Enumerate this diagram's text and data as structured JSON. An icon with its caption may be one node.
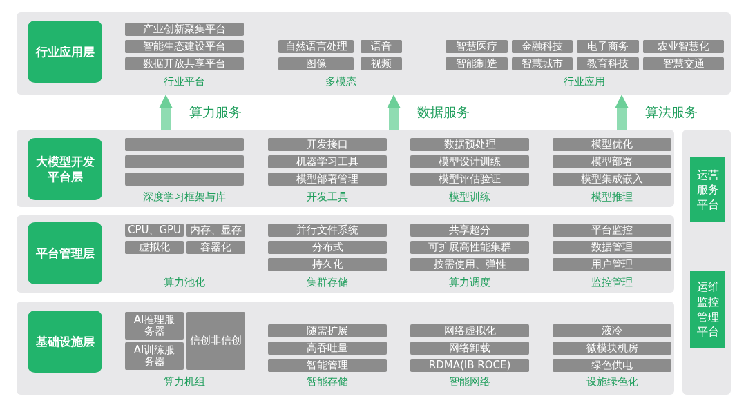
{
  "diagram": {
    "nodes": [
      {
        "text": [],
        "shape": "band"
      },
      {
        "text": [
          "行业应用层"
        ],
        "in": 0
      },
      {
        "text": [
          "产业创新聚集平台"
        ],
        "in": 0
      },
      {
        "text": [
          "智能生态建设平台"
        ],
        "in": 0
      },
      {
        "text": [
          "数据开放共享平台"
        ],
        "in": 0
      },
      {
        "text": [
          "自然语言处理"
        ],
        "in": 0
      },
      {
        "text": [
          "语音"
        ],
        "in": 0
      },
      {
        "text": [
          "图像"
        ],
        "in": 0
      },
      {
        "text": [
          "视频"
        ],
        "in": 0
      },
      {
        "text": [
          "智慧医疗"
        ],
        "in": 0
      },
      {
        "text": [
          "金融科技"
        ],
        "in": 0
      },
      {
        "text": [
          "电子商务"
        ],
        "in": 0
      },
      {
        "text": [
          "农业智慧化"
        ],
        "in": 0
      },
      {
        "text": [
          "智能制造"
        ],
        "in": 0
      },
      {
        "text": [
          "智慧城市"
        ],
        "in": 0
      },
      {
        "text": [
          "教育科技"
        ],
        "in": 0
      },
      {
        "text": [
          "智慧交通"
        ],
        "in": 0
      },
      {
        "text": [],
        "shape": "band"
      },
      {
        "text": [
          "大模型开发平台层"
        ],
        "in": 17
      },
      {
        "text": [],
        "shape": "box",
        "in": 17
      },
      {
        "text": [],
        "shape": "box",
        "in": 17
      },
      {
        "text": [],
        "shape": "box",
        "in": 17
      },
      {
        "text": [
          "开发接口"
        ],
        "in": 17
      },
      {
        "text": [
          "机器学习工具"
        ],
        "in": 17
      },
      {
        "text": [
          "模型部署管理"
        ],
        "in": 17
      },
      {
        "text": [
          "数据预处理"
        ],
        "in": 17
      },
      {
        "text": [
          "模型设计训练"
        ],
        "in": 17
      },
      {
        "text": [
          "模型评估验证"
        ],
        "in": 17
      },
      {
        "text": [
          "模型优化"
        ],
        "in": 17
      },
      {
        "text": [
          "模型部署"
        ],
        "in": 17
      },
      {
        "text": [
          "模型集成嵌入"
        ],
        "in": 17
      },
      {
        "text": [],
        "shape": "band"
      },
      {
        "text": [
          "平台管理层"
        ],
        "in": 31
      },
      {
        "text": [
          "CPU、GPU"
        ],
        "in": 31
      },
      {
        "text": [
          "内存、显存"
        ],
        "in": 31
      },
      {
        "text": [
          "虚拟化"
        ],
        "in": 31
      },
      {
        "text": [
          "容器化"
        ],
        "in": 31
      },
      {
        "text": [
          "并行文件系统"
        ],
        "in": 31
      },
      {
        "text": [
          "分布式"
        ],
        "in": 31
      },
      {
        "text": [
          "持久化"
        ],
        "in": 31
      },
      {
        "text": [
          "共享超分"
        ],
        "in": 31
      },
      {
        "text": [
          "可扩展高性能集群"
        ],
        "in": 31
      },
      {
        "text": [
          "按需使用、弹性"
        ],
        "in": 31
      },
      {
        "text": [
          "平台监控"
        ],
        "in": 31
      },
      {
        "text": [
          "数据管理"
        ],
        "in": 31
      },
      {
        "text": [
          "用户管理"
        ],
        "in": 31
      },
      {
        "text": [],
        "shape": "band"
      },
      {
        "text": [
          "基础设施层"
        ],
        "in": 46
      },
      {
        "text": [
          "AI推理服务器"
        ],
        "in": 46
      },
      {
        "text": [
          "AI训练服务器"
        ],
        "in": 46
      },
      {
        "text": [
          "信创非信创"
        ],
        "in": 46
      },
      {
        "text": [
          "随需扩展"
        ],
        "in": 46
      },
      {
        "text": [
          "高吞吐量"
        ],
        "in": 46
      },
      {
        "text": [
          "智能管理"
        ],
        "in": 46
      },
      {
        "text": [
          "网络虚拟化"
        ],
        "in": 46
      },
      {
        "text": [
          "网络卸载"
        ],
        "in": 46
      },
      {
        "text": [
          "RDMA(IB ROCE)"
        ],
        "in": 46
      },
      {
        "text": [
          "液冷"
        ],
        "in": 46
      },
      {
        "text": [
          "微模块机房"
        ],
        "in": 46
      },
      {
        "text": [
          "绿色供电"
        ],
        "in": 46
      },
      {
        "text": [],
        "shape": "band"
      },
      {
        "text": [
          "运营服务平台"
        ],
        "in": 60
      },
      {
        "text": [
          "运维监控管理平台"
        ],
        "in": 60
      }
    ],
    "edges": [
      {
        "from": 17,
        "to": 0,
        "arrow": "to",
        "label": "算力服务"
      },
      {
        "from": 17,
        "to": 0,
        "arrow": "to",
        "label": "数据服务"
      },
      {
        "from": 17,
        "to": 0,
        "arrow": "to",
        "label": "算法服务"
      }
    ],
    "labels": [
      "行业平台",
      "多模态",
      "行业应用",
      "深度学习框架与库",
      "开发工具",
      "模型训练",
      "模型推理",
      "算力池化",
      "集群存储",
      "算力调度",
      "监控管理",
      "算力机组",
      "智能存储",
      "智能网络",
      "设施绿色化"
    ]
  }
}
